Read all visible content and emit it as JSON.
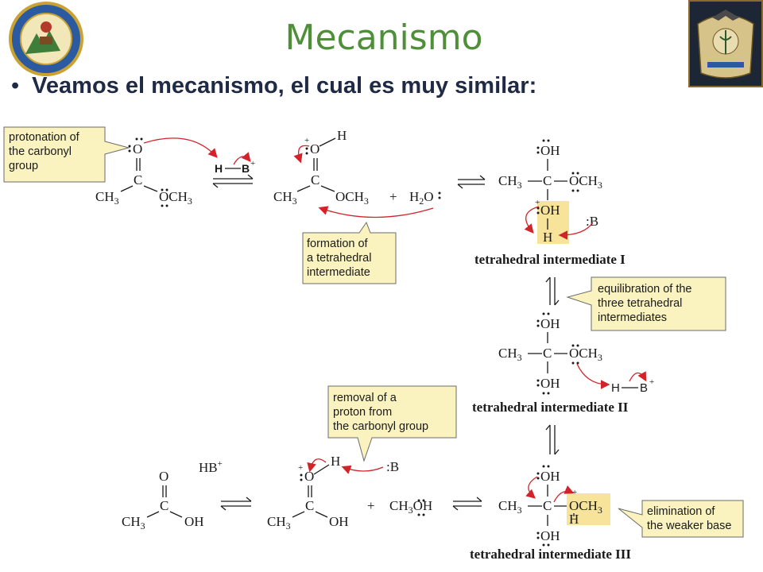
{
  "slide": {
    "title": "Mecanismo",
    "bullet": "Veamos el mecanismo, el cual es muy similar:"
  },
  "colors": {
    "title": "#4f8f3a",
    "bullet": "#1f2a44",
    "callout_fill": "#fbf3bf",
    "arrow": "#d2232a",
    "label": "#2a6db5",
    "highlight": "#f7e39a"
  },
  "callouts": {
    "protonation": [
      "protonation of",
      "the carbonyl",
      "group"
    ],
    "tetra_formation": [
      "formation of",
      "a tetrahedral",
      "intermediate"
    ],
    "equilibration": [
      "equilibration of the",
      "three tetrahedral",
      "intermediates"
    ],
    "removal": [
      "removal of a",
      "proton from",
      "the carbonyl group"
    ],
    "elimination": [
      "elimination of",
      "the weaker base"
    ]
  },
  "labels": {
    "ti1": "tetrahedral intermediate I",
    "ti2": "tetrahedral intermediate II",
    "ti3": "tetrahedral intermediate III"
  },
  "plus": "+"
}
